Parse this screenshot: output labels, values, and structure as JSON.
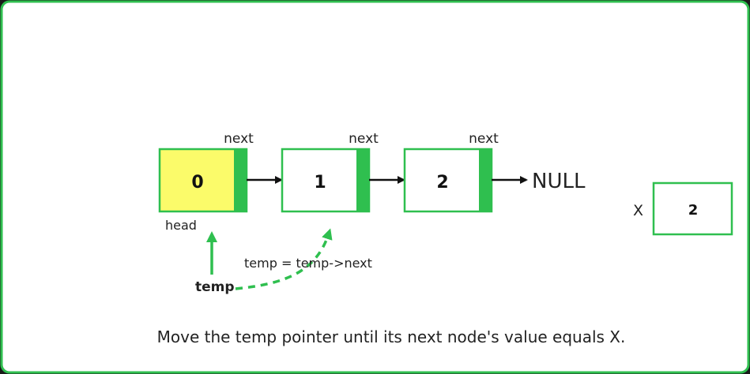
{
  "nodes": [
    {
      "value": "0",
      "next_label": "next",
      "highlighted": true
    },
    {
      "value": "1",
      "next_label": "next",
      "highlighted": false
    },
    {
      "value": "2",
      "next_label": "next",
      "highlighted": false
    }
  ],
  "null_label": "NULL",
  "head_label": "head",
  "temp_label": "temp",
  "temp_update_label": "temp = temp->next",
  "x_label": "X",
  "x_value": "2",
  "caption": "Move the temp pointer until its next node's value equals X.",
  "colors": {
    "accent": "#2fbf4f",
    "highlight": "#fbfb6a",
    "background": "#ffffff",
    "outer_bg": "#1a1a1a",
    "text": "#222222"
  }
}
